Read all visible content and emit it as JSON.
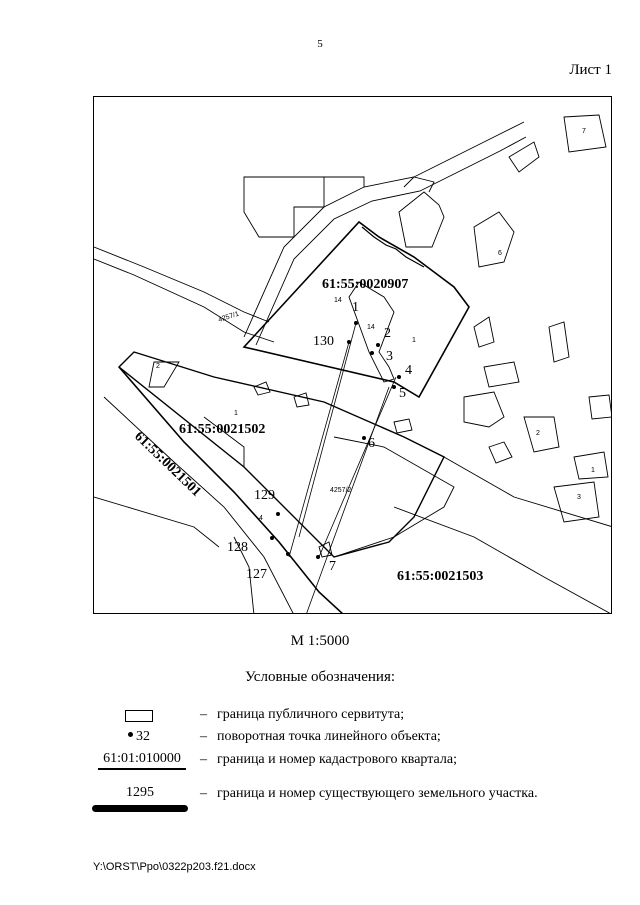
{
  "header": {
    "page_number": "5",
    "sheet_label": "Лист 1"
  },
  "map": {
    "quarters": [
      "61:55:0020907",
      "61:55:0021502",
      "61:55:0021501",
      "61:55:0021503"
    ],
    "point_labels": [
      "1",
      "2",
      "3",
      "4",
      "5",
      "6",
      "7",
      "127",
      "128",
      "129",
      "130"
    ],
    "parcel_labels": [
      "4257/1",
      "4257/2",
      "14",
      "14",
      "1",
      "1",
      "2",
      "4",
      "6",
      "7",
      "2",
      "3",
      "1"
    ]
  },
  "scale": "М 1:5000",
  "legend": {
    "title": "Условные обозначения:",
    "items": [
      {
        "symbol": "",
        "dash": "–",
        "text": "граница публичного сервитута;"
      },
      {
        "symbol": "32",
        "dash": "–",
        "text": "поворотная точка линейного объекта;"
      },
      {
        "symbol": "61:01:010000",
        "dash": "–",
        "text": "граница и номер кадастрового квартала;"
      },
      {
        "symbol": "1295",
        "dash": "–",
        "text": "граница и номер существующего земельного участка."
      }
    ]
  },
  "footer": {
    "path": "Y:\\ORST\\Ppo\\0322p203.f21.docx"
  }
}
